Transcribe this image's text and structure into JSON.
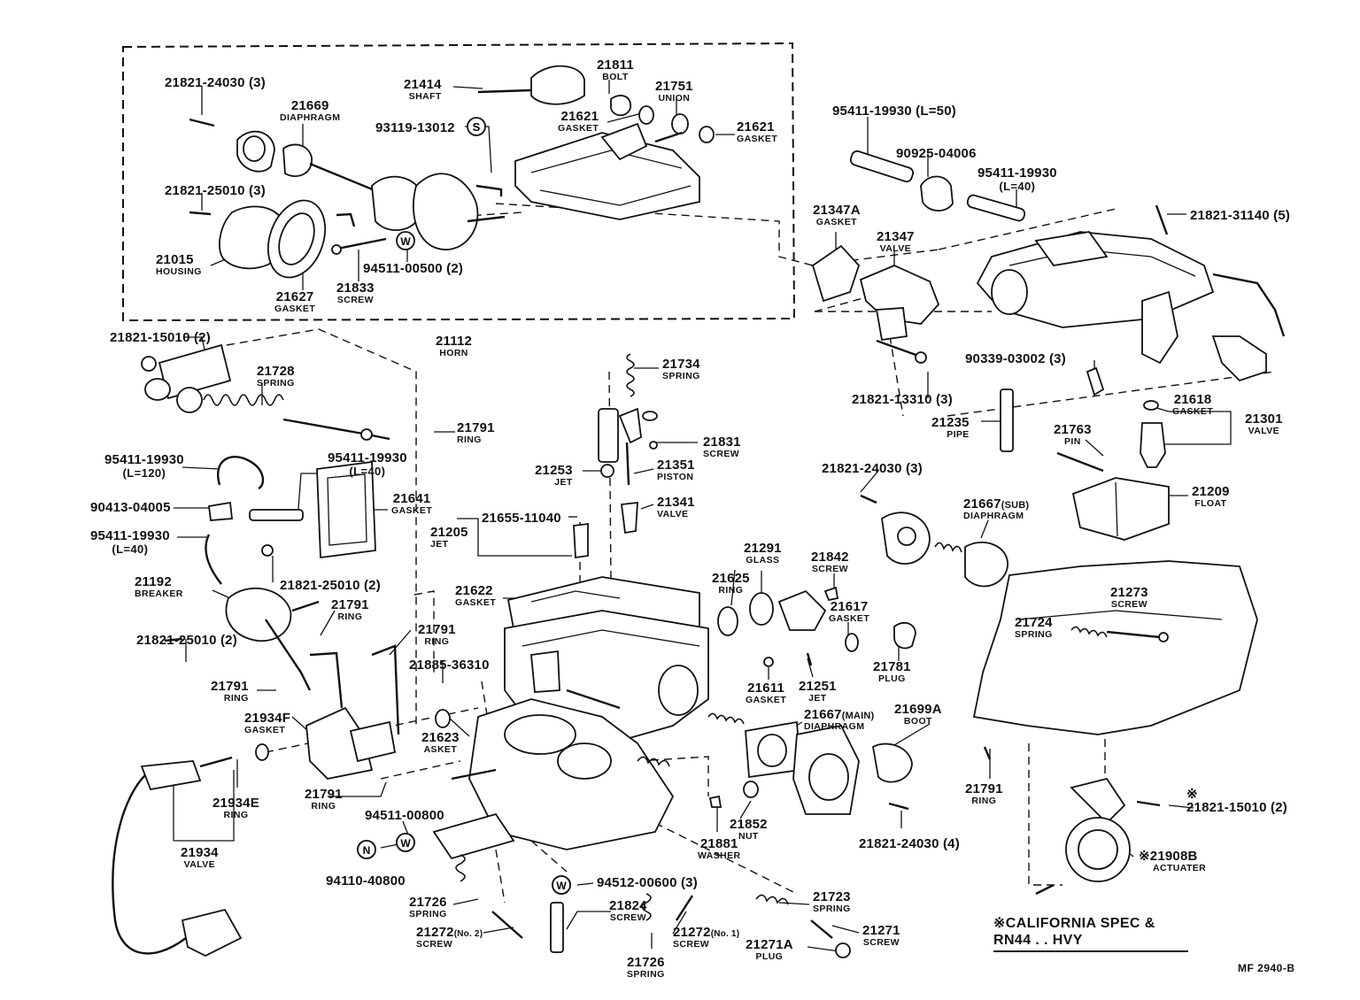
{
  "parts": {
    "p1": {
      "number": "21821-24030 (3)",
      "name": ""
    },
    "p2": {
      "number": "21669",
      "name": "DIAPHRAGM"
    },
    "p3": {
      "number": "21414",
      "name": "SHAFT"
    },
    "p4": {
      "number": "21811",
      "name": "BOLT"
    },
    "p5": {
      "number": "21751",
      "name": "UNION"
    },
    "p6": {
      "number": "21621",
      "name": "GASKET"
    },
    "p7": {
      "number": "21621",
      "name": "GASKET"
    },
    "p8": {
      "number": "93119-13012",
      "name": ""
    },
    "p9": {
      "number": "21821-25010 (3)",
      "name": ""
    },
    "p10": {
      "number": "21015",
      "name": "HOUSING"
    },
    "p11": {
      "number": "21627",
      "name": "GASKET"
    },
    "p12": {
      "number": "21833",
      "name": "SCREW"
    },
    "p13": {
      "number": "94511-00500 (2)",
      "name": ""
    },
    "p14": {
      "number": "95411-19930 (L=50)",
      "name": ""
    },
    "p15": {
      "number": "90925-04006",
      "name": ""
    },
    "p16": {
      "number": "95411-19930",
      "name": "(L=40)"
    },
    "p17": {
      "number": "21347A",
      "name": "GASKET"
    },
    "p18": {
      "number": "21347",
      "name": "VALVE"
    },
    "p19": {
      "number": "21821-31140 (5)",
      "name": ""
    },
    "p20": {
      "number": "21821-15010 (2)",
      "name": ""
    },
    "p21": {
      "number": "21112",
      "name": "HORN"
    },
    "p22": {
      "number": "21728",
      "name": "SPRING"
    },
    "p23": {
      "number": "21734",
      "name": "SPRING"
    },
    "p24": {
      "number": "90339-03002 (3)",
      "name": ""
    },
    "p25": {
      "number": "21821-13310 (3)",
      "name": ""
    },
    "p26": {
      "number": "21235",
      "name": "PIPE"
    },
    "p27": {
      "number": "21618",
      "name": "GASKET"
    },
    "p28": {
      "number": "21301",
      "name": "VALVE"
    },
    "p29": {
      "number": "21791",
      "name": "RING"
    },
    "p30": {
      "number": "95411-19930",
      "name": "(L=120)"
    },
    "p31": {
      "number": "95411-19930",
      "name": "(L=40)"
    },
    "p32": {
      "number": "21831",
      "name": "SCREW"
    },
    "p33": {
      "number": "21253",
      "name": "JET"
    },
    "p34": {
      "number": "21351",
      "name": "PISTON"
    },
    "p35": {
      "number": "21763",
      "name": "PIN"
    },
    "p36": {
      "number": "90413-04005",
      "name": ""
    },
    "p37": {
      "number": "21641",
      "name": "GASKET"
    },
    "p38": {
      "number": "21341",
      "name": "VALVE"
    },
    "p39": {
      "number": "21821-24030 (3)",
      "name": ""
    },
    "p40": {
      "number": "21209",
      "name": "FLOAT"
    },
    "p41": {
      "number": "95411-19930",
      "name": "(L=40)"
    },
    "p42": {
      "number": "21655-11040",
      "name": ""
    },
    "p43": {
      "number": "21205",
      "name": "JET"
    },
    "p44": {
      "number": "21667",
      "name": "DIAPHRAGM"
    },
    "p45": {
      "number": "21821-25010 (2)",
      "name": ""
    },
    "p46": {
      "number": "21291",
      "name": "GLASS"
    },
    "p47": {
      "number": "21842",
      "name": "SCREW"
    },
    "p48": {
      "number": "21192",
      "name": "BREAKER"
    },
    "p49": {
      "number": "21622",
      "name": "GASKET"
    },
    "p50": {
      "number": "21625",
      "name": "RING"
    },
    "p51": {
      "number": "21617",
      "name": "GASKET"
    },
    "p52": {
      "number": "21273",
      "name": "SCREW"
    },
    "p53": {
      "number": "21791",
      "name": "RING"
    },
    "p54": {
      "number": "21724",
      "name": "SPRING"
    },
    "p55": {
      "number": "21791",
      "name": "RING"
    },
    "p56": {
      "number": "21821-25010 (2)",
      "name": ""
    },
    "p57": {
      "number": "21885-36310",
      "name": ""
    },
    "p58": {
      "number": "21781",
      "name": "PLUG"
    },
    "p59": {
      "number": "21791",
      "name": "RING"
    },
    "p60": {
      "number": "21611",
      "name": "GASKET"
    },
    "p61": {
      "number": "21251",
      "name": "JET"
    },
    "p62": {
      "number": "21934F",
      "name": "GASKET"
    },
    "p63": {
      "number": "21623",
      "name": "ASKET"
    },
    "p64": {
      "number": "21667",
      "name": "DIAPHRAGM"
    },
    "p65": {
      "number": "21699A",
      "name": "BOOT"
    },
    "p66": {
      "number": "21791",
      "name": "RING"
    },
    "p67": {
      "number": "21791",
      "name": "RING"
    },
    "p68": {
      "number": "21934E",
      "name": "RING"
    },
    "p69": {
      "number": "94511-00800",
      "name": ""
    },
    "p70": {
      "number": "21881",
      "name": "WASHER"
    },
    "p71": {
      "number": "21852",
      "name": "NUT"
    },
    "p72": {
      "number": "21821-24030 (4)",
      "name": ""
    },
    "p73": {
      "number": "21821-15010 (2)",
      "name": ""
    },
    "p74": {
      "number": "21934",
      "name": "VALVE"
    },
    "p75": {
      "number": "94110-40800",
      "name": ""
    },
    "p76": {
      "number": "21908B",
      "name": "ACTUATER"
    },
    "p77": {
      "number": "94512-00600 (3)",
      "name": ""
    },
    "p78": {
      "number": "21726",
      "name": "SPRING"
    },
    "p79": {
      "number": "21824",
      "name": "SCREW"
    },
    "p80": {
      "number": "21723",
      "name": "SPRING"
    },
    "p81": {
      "number": "21272",
      "name": "SCREW"
    },
    "p82": {
      "number": "21272",
      "name": "SCREW"
    },
    "p83": {
      "number": "21271",
      "name": "SCREW"
    },
    "p84": {
      "number": "21271A",
      "name": "PLUG"
    },
    "p85": {
      "number": "21726",
      "name": "SPRING"
    }
  },
  "tags": {
    "sub": "(SUB)",
    "main": "(MAIN)",
    "no1": "(No. 1)",
    "no2": "(No. 2)",
    "star": "※"
  },
  "markers": {
    "s": "S",
    "w": "W",
    "n": "N"
  },
  "note": {
    "line1": "※CALIFORNIA SPEC &",
    "line2": "RN44 . . HVY"
  },
  "figure_code": "MF 2940-B"
}
